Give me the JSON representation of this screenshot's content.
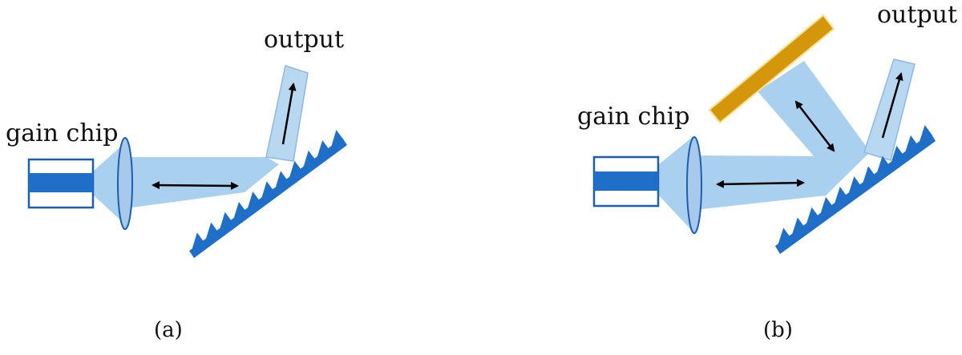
{
  "colors": {
    "beam": "#a9d0ee",
    "beam_light": "#c5def3",
    "grating": "#1f6fc8",
    "grating_dark": "#1a5fb0",
    "chip_stripe": "#1f6fc8",
    "chip_outline": "#1a5fb0",
    "lens": "#a8c8ec",
    "mirror": "#d4960a",
    "mirror_edge": "#f3e08a",
    "arrow": "#000000"
  },
  "panel_a": {
    "gain_label": "gain chip",
    "output_label": "output",
    "caption": "(a)"
  },
  "panel_b": {
    "gain_label": "gain chip",
    "output_label": "output",
    "caption": "(b)"
  },
  "icons": [
    "gain-chip-icon",
    "lens-icon",
    "diffraction-grating-icon",
    "mirror-icon",
    "double-arrow-icon",
    "output-arrow-icon"
  ]
}
